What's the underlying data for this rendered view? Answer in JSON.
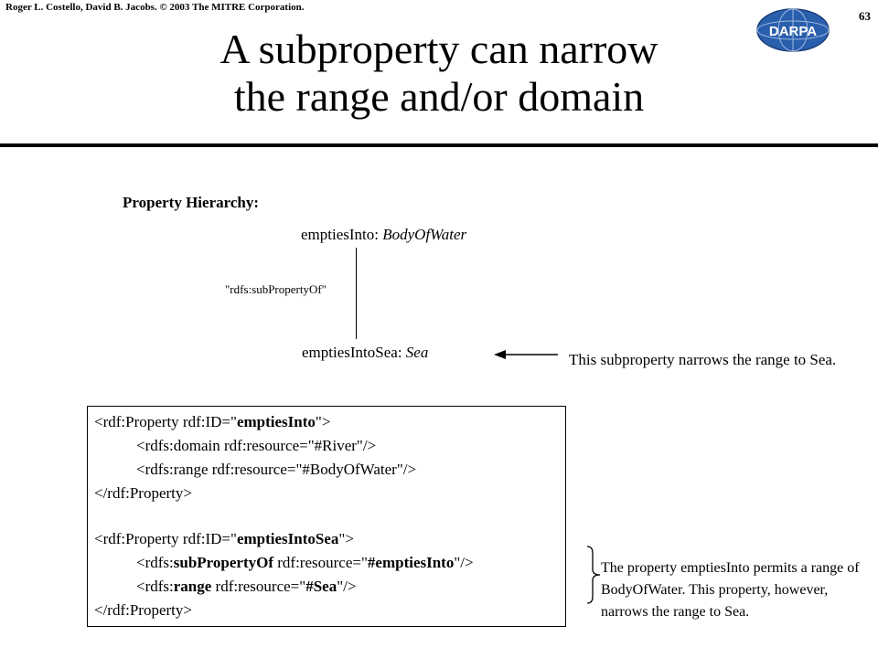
{
  "header": {
    "copyright": "Roger L. Costello, David B. Jacobs. © 2003 The MITRE Corporation.",
    "page_number": "63",
    "logo_text": "DARPA"
  },
  "slide": {
    "title_line1": "A subproperty can narrow",
    "title_line2": "the range and/or domain"
  },
  "hierarchy": {
    "heading": "Property Hierarchy:",
    "top_property": "emptiesInto",
    "top_separator": ": ",
    "top_range": "BodyOfWater",
    "edge_label": "\"rdfs:subPropertyOf\"",
    "bottom_property": "emptiesIntoSea",
    "bottom_separator": ": ",
    "bottom_range": "Sea"
  },
  "notes": {
    "range_note": "This subproperty narrows the range to Sea.",
    "property_note": "The property emptiesInto permits a range of BodyOfWater. This property, however, narrows the range to Sea."
  },
  "code": {
    "l1_pre": "<rdf:Property rdf:ID=\"",
    "l1_bold": "emptiesInto",
    "l1_post": "\">",
    "l2": "<rdfs:domain rdf:resource=\"#River\"/>",
    "l3": "<rdfs:range rdf:resource=\"#BodyOfWater\"/>",
    "l4": "</rdf:Property>",
    "l5_pre": "<rdf:Property rdf:ID=\"",
    "l5_bold": "emptiesIntoSea",
    "l5_post": "\">",
    "l6_pre": "<rdfs:",
    "l6_bold1": "subPropertyOf",
    "l6_mid": " rdf:resource=\"",
    "l6_bold2": "#emptiesInto",
    "l6_post": "\"/>",
    "l7_pre": "<rdfs:",
    "l7_bold1": "range",
    "l7_mid": " rdf:resource=\"",
    "l7_bold2": "#Sea",
    "l7_post": "\"/>",
    "l8": "</rdf:Property>"
  },
  "colors": {
    "logo_fill": "#2a5fae",
    "logo_accent": "#ffffff"
  }
}
